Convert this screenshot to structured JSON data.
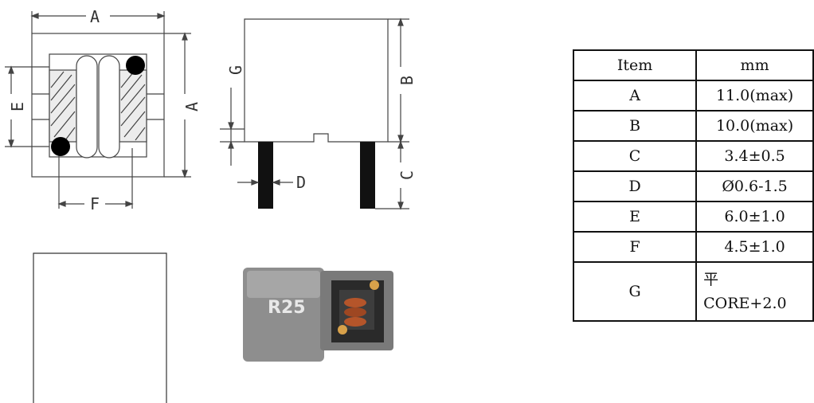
{
  "dimensions": {
    "top_width": "A",
    "side_height": "A",
    "pad_span": "E",
    "pin_spacing": "F",
    "gap": "G",
    "body_height": "B",
    "lead_length": "C",
    "lead_diameter": "D"
  },
  "photo": {
    "part_marking": "R25"
  },
  "table": {
    "headers": [
      "Item",
      "mm"
    ],
    "rows": [
      [
        "A",
        "11.0(max)"
      ],
      [
        "B",
        "10.0(max)"
      ],
      [
        "C",
        "3.4±0.5"
      ],
      [
        "D",
        "Ø0.6-1.5"
      ],
      [
        "E",
        "6.0±1.0"
      ],
      [
        "F",
        "4.5±1.0"
      ],
      [
        "G",
        "平 CORE+2.0"
      ]
    ],
    "g_line1": "平",
    "g_line2": "CORE+2.0"
  }
}
